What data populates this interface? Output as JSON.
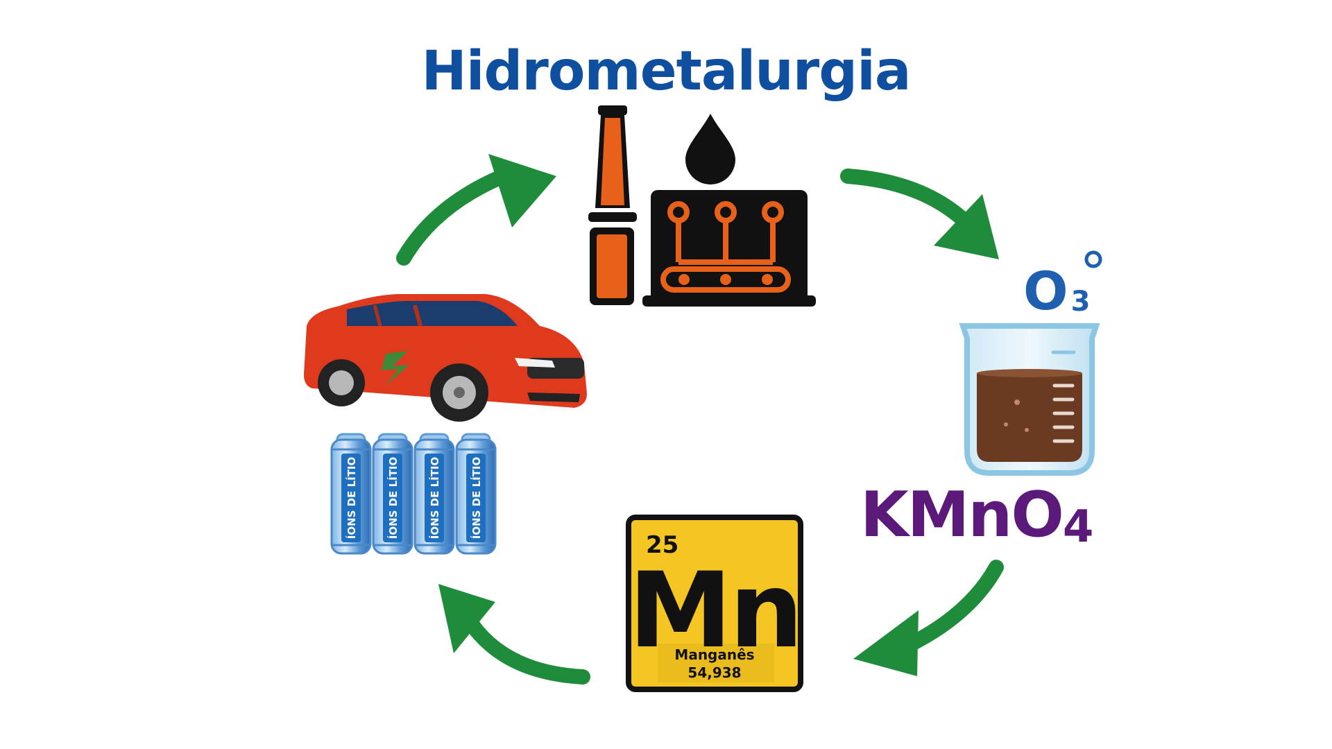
{
  "title": "Hidrometalurgia",
  "colors": {
    "title": "#0f4fa0",
    "arrows": "#1e8c3a",
    "factory_dark": "#111111",
    "factory_orange": "#e8611a",
    "car_red": "#e03a1e",
    "battery_blue": "#1f6fc0",
    "formula": "#5b1a7a",
    "ozone": "#1f5fb0",
    "liquid": "#6b3a22",
    "element_yellow": "#f5c623"
  },
  "nodes": {
    "process": {
      "label": "Hidrometalurgia",
      "icon": "factory-icon"
    },
    "reagent": {
      "formula_main": "KMnO",
      "formula_sub": "4",
      "ozone_main": "O",
      "ozone_sub": "3",
      "icon": "beaker-icon"
    },
    "element": {
      "atomic_number": "25",
      "symbol": "Mn",
      "name": "Manganês",
      "mass": "54,938"
    },
    "source": {
      "icon": "electric-car-icon",
      "battery_label": "ÍONS DE LÍTIO",
      "battery_count": 4
    }
  }
}
